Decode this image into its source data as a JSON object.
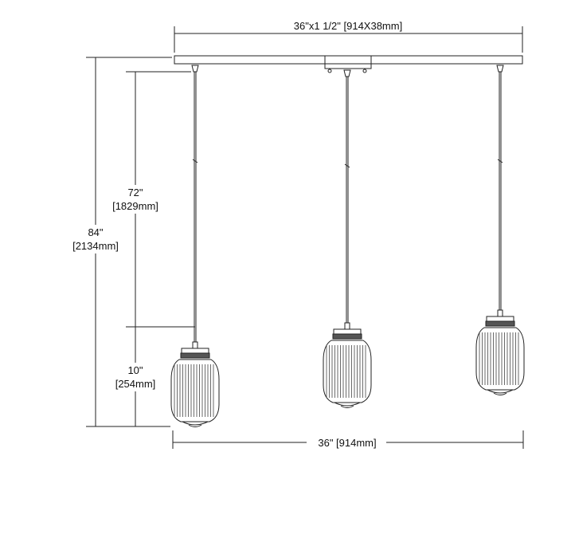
{
  "dimensions": {
    "canopy": "36\"x1 1/2\" [914X38mm]",
    "overall_height_in": "84\"",
    "overall_height_mm": "[2134mm]",
    "cord_length_in": "72\"",
    "cord_length_mm": "[1829mm]",
    "shade_height_in": "10\"",
    "shade_height_mm": "[254mm]",
    "overall_width": "36\" [914mm]"
  },
  "colors": {
    "line": "#222222",
    "shade_dark": "#555555"
  }
}
